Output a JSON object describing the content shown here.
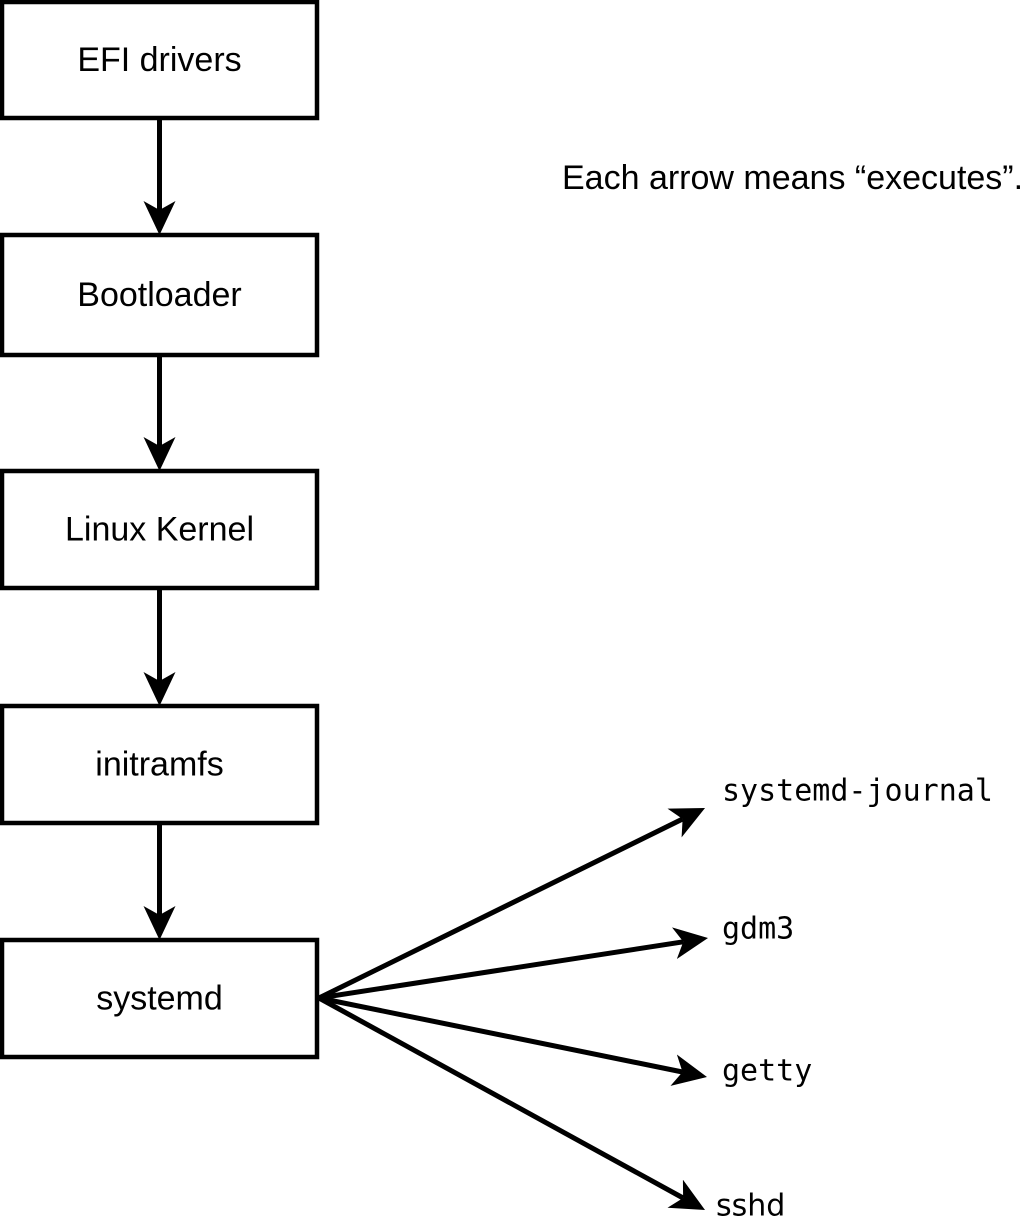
{
  "diagram": {
    "title_hidden": "",
    "annotation": "Each arrow means “executes”.",
    "arrow_meaning": "executes",
    "colors": {
      "ink": "#000000",
      "background": "#ffffff"
    },
    "chain": [
      {
        "label": "EFI drivers"
      },
      {
        "label": "Bootloader"
      },
      {
        "label": "Linux Kernel"
      },
      {
        "label": "initramfs"
      },
      {
        "label": "systemd"
      }
    ],
    "spawned": [
      {
        "label": "systemd-journal"
      },
      {
        "label": "gdm3"
      },
      {
        "label": "getty"
      },
      {
        "label": "sshd"
      }
    ]
  }
}
